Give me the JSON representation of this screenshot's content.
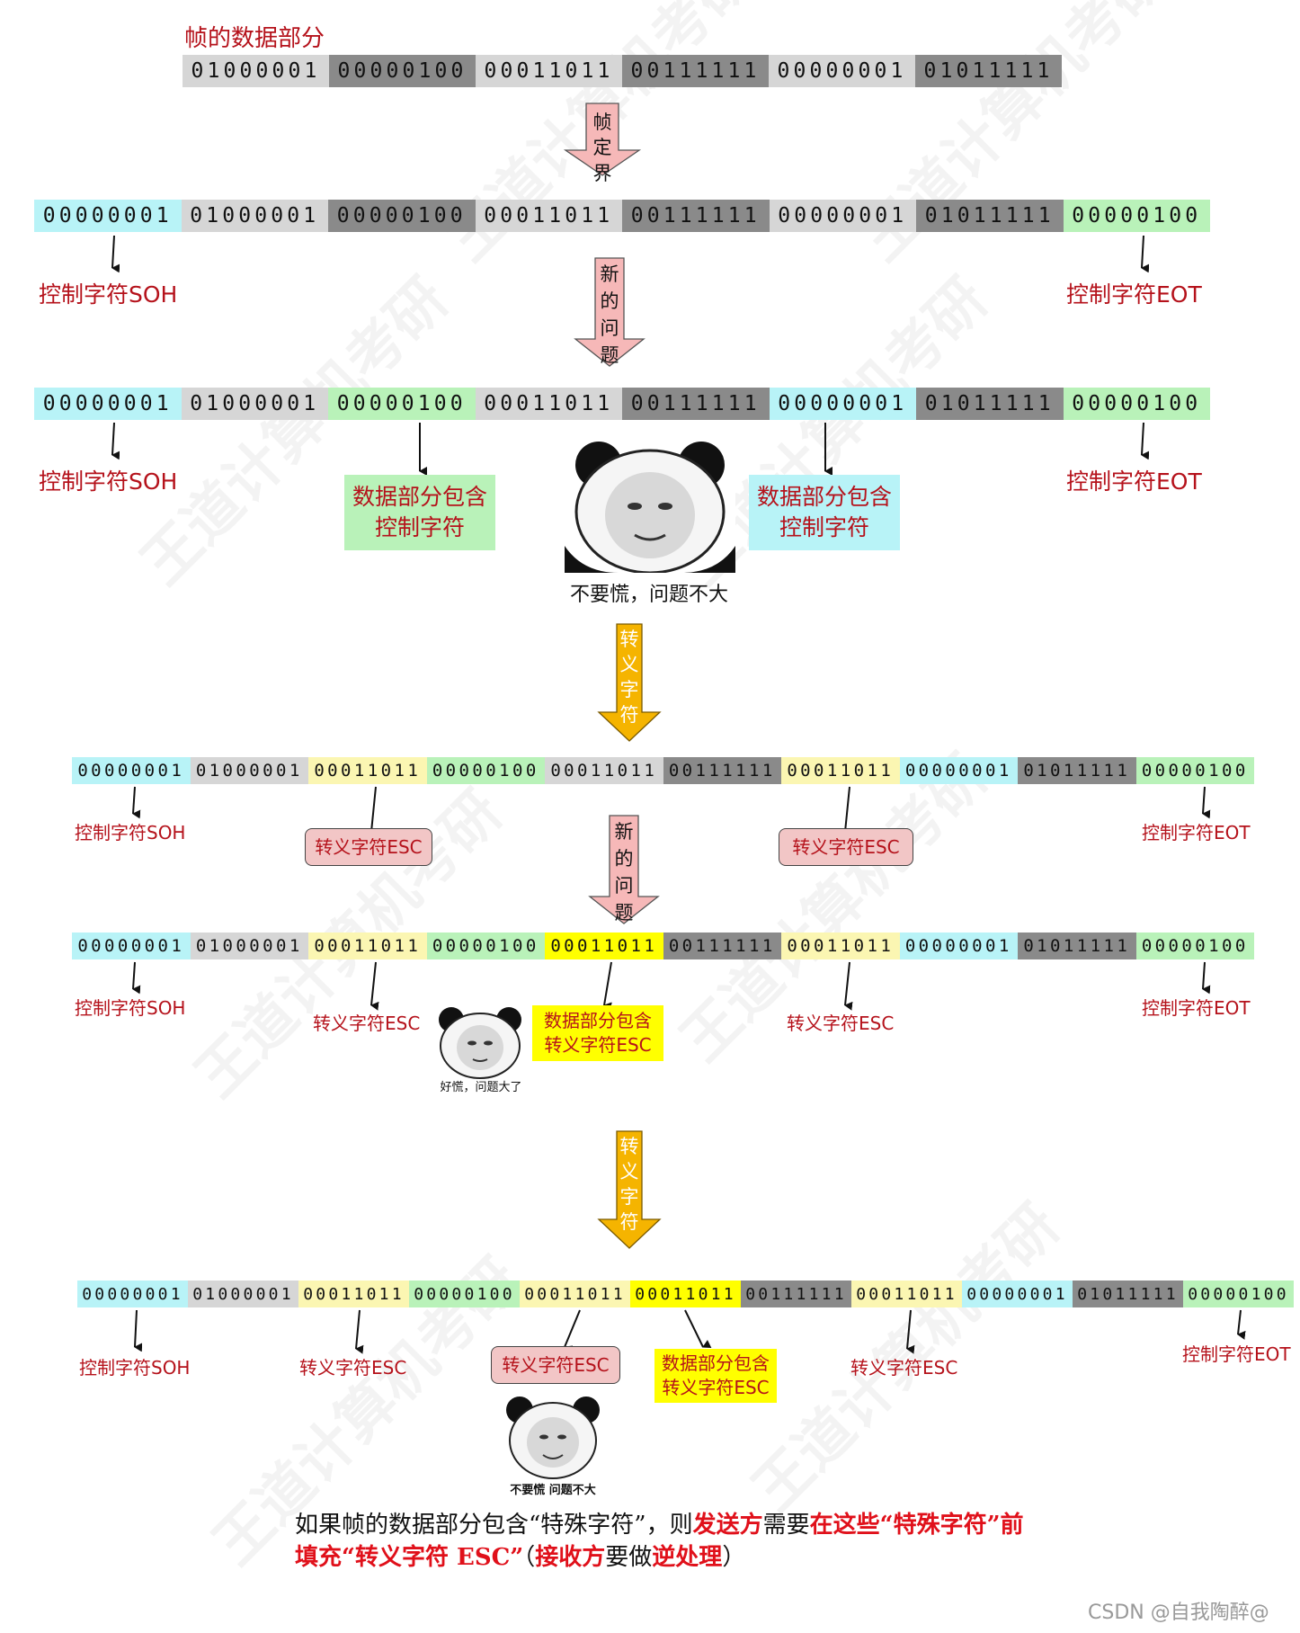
{
  "title": "帧的数据部分",
  "arrows": {
    "frame": "帧定界",
    "newq1": "新的问题",
    "esc1": "转义字符",
    "newq2": "新的问题",
    "esc2": "转义字符"
  },
  "rows": [
    {
      "cells": [
        {
          "bits": "01000001",
          "color": "#d6d6d6"
        },
        {
          "bits": "00000100",
          "color": "#8a8a8a"
        },
        {
          "bits": "00011011",
          "color": "#d6d6d6"
        },
        {
          "bits": "00111111",
          "color": "#8a8a8a"
        },
        {
          "bits": "00000001",
          "color": "#d6d6d6"
        },
        {
          "bits": "01011111",
          "color": "#8a8a8a"
        }
      ]
    },
    {
      "cells": [
        {
          "bits": "00000001",
          "color": "#b8f3f7"
        },
        {
          "bits": "01000001",
          "color": "#d6d6d6"
        },
        {
          "bits": "00000100",
          "color": "#8a8a8a"
        },
        {
          "bits": "00011011",
          "color": "#d6d6d6"
        },
        {
          "bits": "00111111",
          "color": "#8a8a8a"
        },
        {
          "bits": "00000001",
          "color": "#d6d6d6"
        },
        {
          "bits": "01011111",
          "color": "#8a8a8a"
        },
        {
          "bits": "00000100",
          "color": "#b9f2b9"
        }
      ]
    },
    {
      "cells": [
        {
          "bits": "00000001",
          "color": "#b8f3f7"
        },
        {
          "bits": "01000001",
          "color": "#d6d6d6"
        },
        {
          "bits": "00000100",
          "color": "#b9f2b9"
        },
        {
          "bits": "00011011",
          "color": "#d6d6d6"
        },
        {
          "bits": "00111111",
          "color": "#8a8a8a"
        },
        {
          "bits": "00000001",
          "color": "#b8f3f7"
        },
        {
          "bits": "01011111",
          "color": "#8a8a8a"
        },
        {
          "bits": "00000100",
          "color": "#b9f2b9"
        }
      ]
    },
    {
      "cells": [
        {
          "bits": "00000001",
          "color": "#b8f3f7"
        },
        {
          "bits": "01000001",
          "color": "#d6d6d6"
        },
        {
          "bits": "00011011",
          "color": "#fbf6b2"
        },
        {
          "bits": "00000100",
          "color": "#b9f2b9"
        },
        {
          "bits": "00011011",
          "color": "#d6d6d6"
        },
        {
          "bits": "00111111",
          "color": "#8a8a8a"
        },
        {
          "bits": "00011011",
          "color": "#fbf6b2"
        },
        {
          "bits": "00000001",
          "color": "#b8f3f7"
        },
        {
          "bits": "01011111",
          "color": "#8a8a8a"
        },
        {
          "bits": "00000100",
          "color": "#b9f2b9"
        }
      ]
    },
    {
      "cells": [
        {
          "bits": "00000001",
          "color": "#b8f3f7"
        },
        {
          "bits": "01000001",
          "color": "#d6d6d6"
        },
        {
          "bits": "00011011",
          "color": "#fbf6b2"
        },
        {
          "bits": "00000100",
          "color": "#b9f2b9"
        },
        {
          "bits": "00011011",
          "color": "#ffff00"
        },
        {
          "bits": "00111111",
          "color": "#8a8a8a"
        },
        {
          "bits": "00011011",
          "color": "#fbf6b2"
        },
        {
          "bits": "00000001",
          "color": "#b8f3f7"
        },
        {
          "bits": "01011111",
          "color": "#8a8a8a"
        },
        {
          "bits": "00000100",
          "color": "#b9f2b9"
        }
      ]
    },
    {
      "cells": [
        {
          "bits": "00000001",
          "color": "#b8f3f7"
        },
        {
          "bits": "01000001",
          "color": "#d6d6d6"
        },
        {
          "bits": "00011011",
          "color": "#fbf6b2"
        },
        {
          "bits": "00000100",
          "color": "#b9f2b9"
        },
        {
          "bits": "00011011",
          "color": "#fbf6b2"
        },
        {
          "bits": "00011011",
          "color": "#ffff00"
        },
        {
          "bits": "00111111",
          "color": "#8a8a8a"
        },
        {
          "bits": "00011011",
          "color": "#fbf6b2"
        },
        {
          "bits": "00000001",
          "color": "#b8f3f7"
        },
        {
          "bits": "01011111",
          "color": "#8a8a8a"
        },
        {
          "bits": "00000100",
          "color": "#b9f2b9"
        }
      ]
    }
  ],
  "labels": {
    "soh": "控制字符SOH",
    "eot": "控制字符EOT",
    "data_ctrl": "数据部分包含\n控制字符",
    "esc": "转义字符ESC",
    "data_esc": "数据部分包含\n转义字符ESC"
  },
  "memes": {
    "cap1": "不要慌，问题不大",
    "cap2": "好慌，问题大了",
    "cap3": "不要慌 问题不大"
  },
  "note": {
    "p1": "如果帧的数据部分包含“特殊字符”，则",
    "p2": "发送方",
    "p3": "需要",
    "p4": "在这些“特殊字符”前",
    "p5": "填充“转义字符 ESC”",
    "p6": "（",
    "p7": "接收方",
    "p8": "要做",
    "p9": "逆处理",
    "p10": "）"
  },
  "credit": "CSDN @自我陶醉@",
  "watermark": "王道计算机考研"
}
